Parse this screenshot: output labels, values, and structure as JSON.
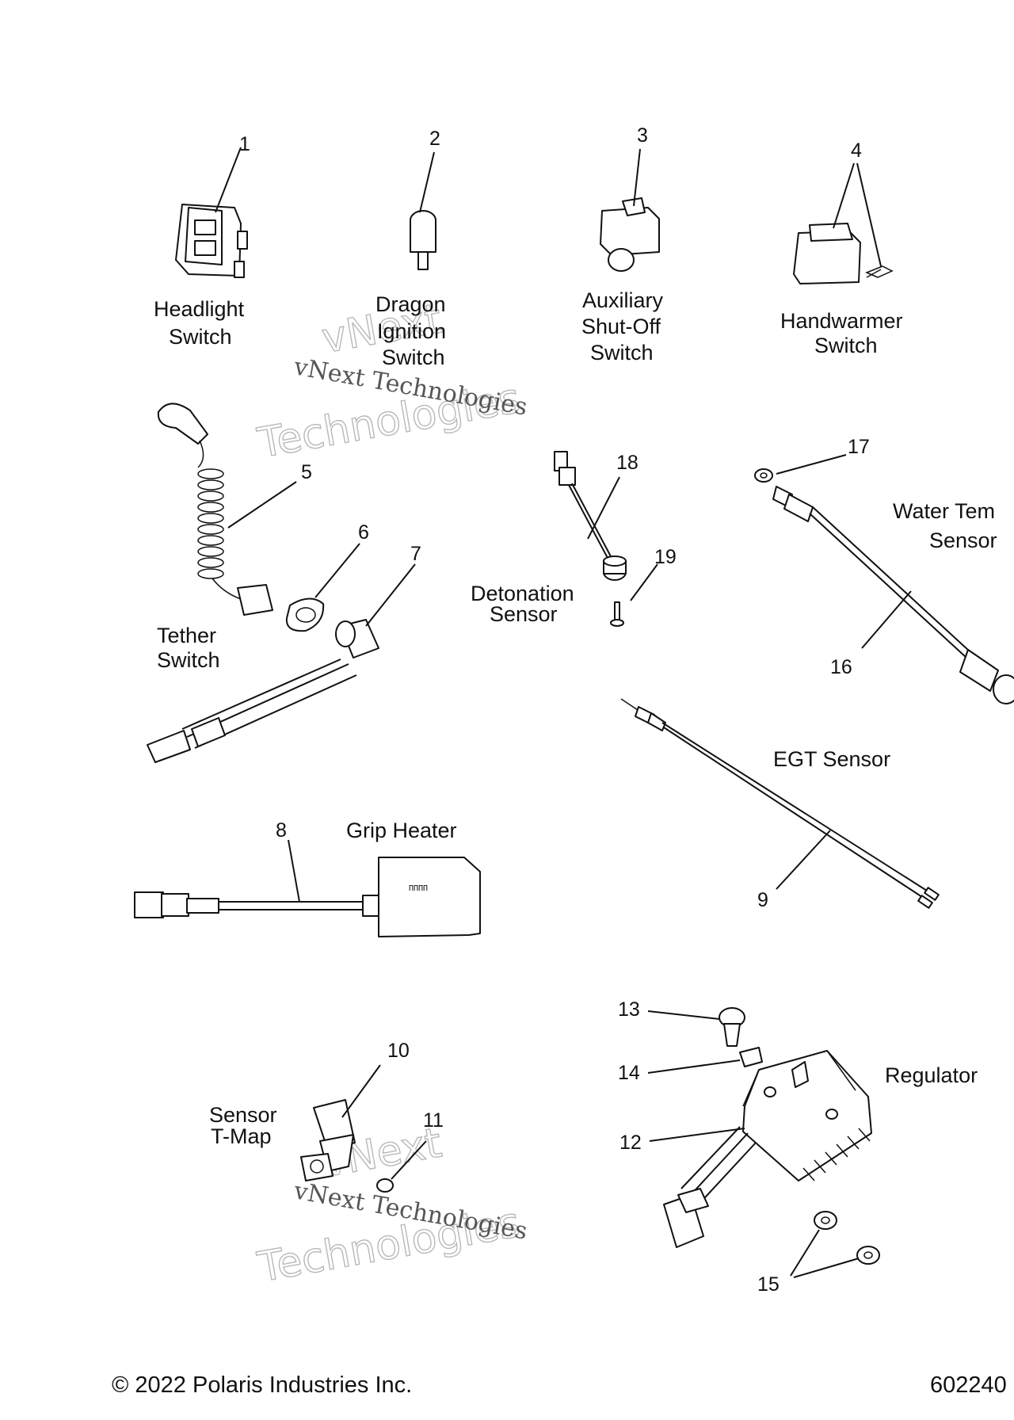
{
  "diagram": {
    "part_labels": {
      "headlight_switch": [
        "Headlight",
        "Switch"
      ],
      "dragon_ignition_switch": [
        "Dragon",
        "Ignition",
        "Switch"
      ],
      "auxiliary_shutoff_switch": [
        "Auxiliary",
        "Shut-Off",
        "Switch"
      ],
      "handwarmer_switch": [
        "Handwarmer",
        "Switch"
      ],
      "tether_switch": [
        "Tether",
        "Switch"
      ],
      "detonation_sensor": [
        "Detonation",
        "Sensor"
      ],
      "water_temp_sensor": [
        "Water Tem",
        "Sensor"
      ],
      "egt_sensor": "EGT Sensor",
      "grip_heater": "Grip Heater",
      "sensor_tmap": [
        "Sensor",
        "T-Map"
      ],
      "regulator": "Regulator"
    },
    "callouts": [
      "1",
      "2",
      "3",
      "4",
      "5",
      "6",
      "7",
      "8",
      "9",
      "10",
      "11",
      "12",
      "13",
      "14",
      "15",
      "16",
      "17",
      "18",
      "19"
    ],
    "watermarks": {
      "text": "vNext Technologies",
      "outline_words": [
        "vNext",
        "Technologies"
      ]
    },
    "grip_heater_marking": "ПППП"
  },
  "footer": {
    "copyright": "© 2022 Polaris Industries Inc.",
    "diagram_id": "602240"
  }
}
